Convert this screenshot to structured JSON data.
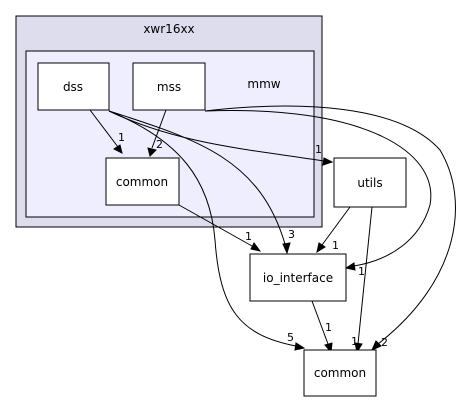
{
  "clusters": {
    "outer": {
      "title": "xwr16xx"
    },
    "inner": {
      "title": "mmw"
    }
  },
  "nodes": {
    "dss": "dss",
    "mss": "mss",
    "common_inner": "common",
    "utils": "utils",
    "io_interface": "io_interface",
    "common_bottom": "common"
  },
  "edge_labels": {
    "dss_to_common_inner": "1",
    "mss_to_common_inner": "2",
    "dss_to_utils": "1",
    "common_inner_to_io": "1",
    "dss_to_io": "3",
    "utils_to_io": "1",
    "mss_to_io": "1",
    "dss_to_common_bottom": "5",
    "io_to_common_bottom": "1",
    "utils_to_common_bottom": "1",
    "mss_to_common_bottom": "2"
  }
}
